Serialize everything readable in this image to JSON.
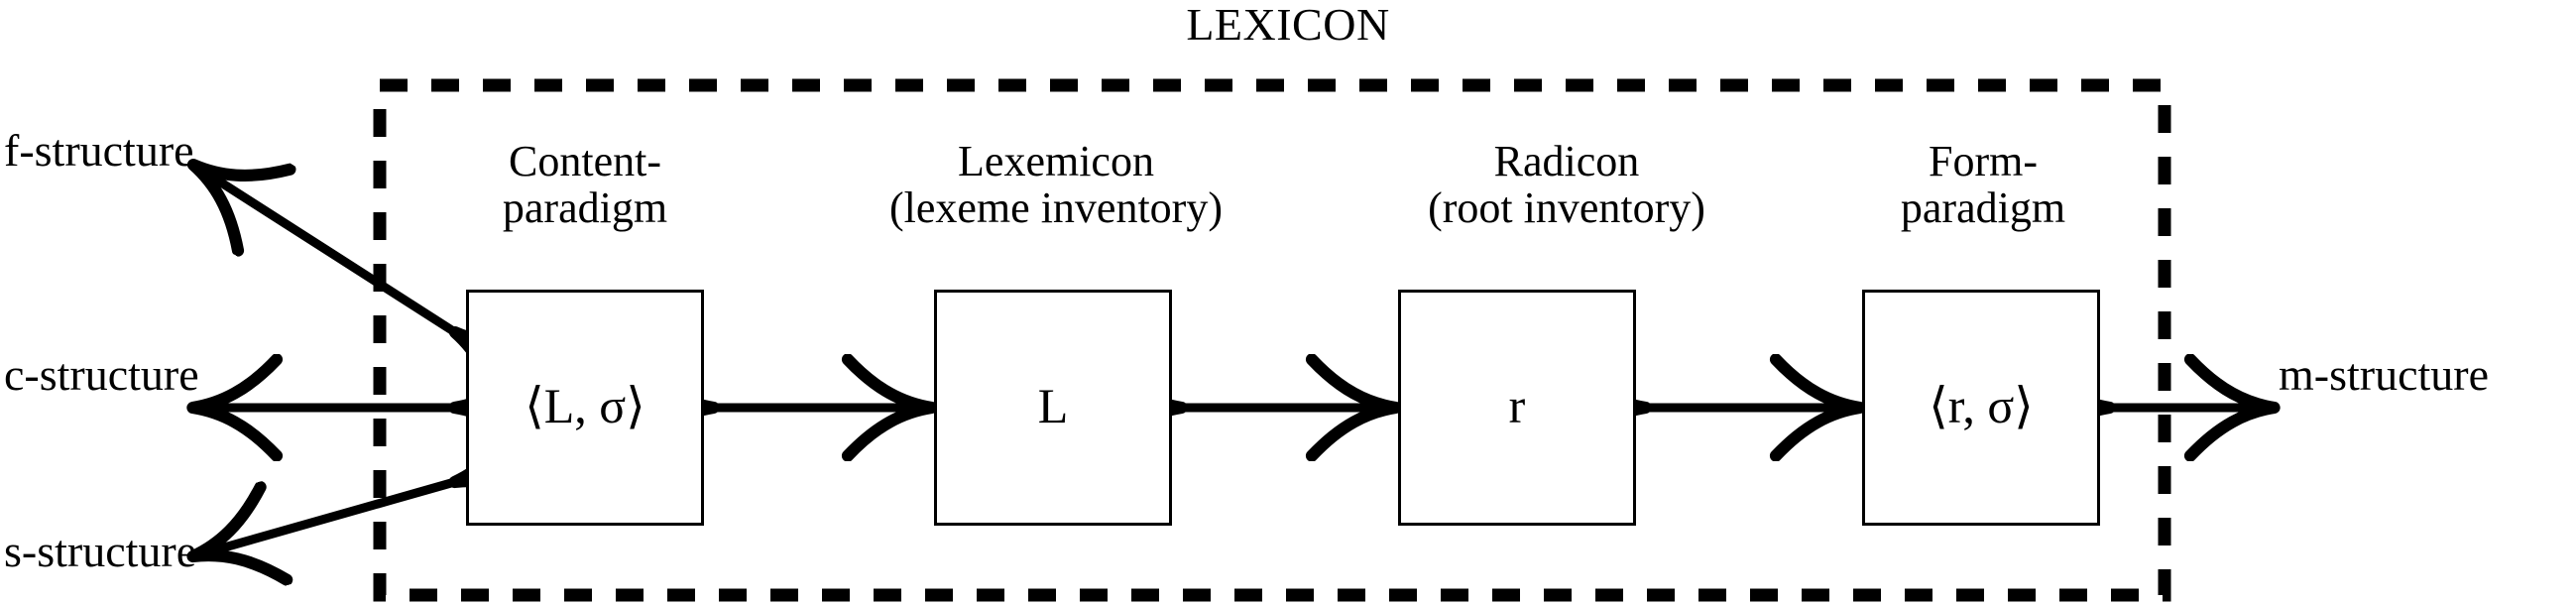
{
  "diagram": {
    "title": "LEXICON",
    "frame": {
      "label": "lexicon-dashed-frame",
      "style": "dashed",
      "color": "#000000"
    },
    "external_labels": {
      "f_structure": "f-structure",
      "c_structure": "c-structure",
      "s_structure": "s-structure",
      "m_structure": "m-structure"
    },
    "components": [
      {
        "id": "content-paradigm",
        "caption_line1": "Content-",
        "caption_line2": "paradigm",
        "box_content": "⟨L, σ⟩"
      },
      {
        "id": "lexemicon",
        "caption_line1": "Lexemicon",
        "caption_line2": "(lexeme inventory)",
        "box_content": "L"
      },
      {
        "id": "radicon",
        "caption_line1": "Radicon",
        "caption_line2": "(root inventory)",
        "box_content": "r"
      },
      {
        "id": "form-paradigm",
        "caption_line1": "Form-",
        "caption_line2": "paradigm",
        "box_content": "⟨r, σ⟩"
      }
    ],
    "connections": [
      {
        "name": "f-structure-to-content-paradigm",
        "kind": "double-headed-arrow",
        "orientation": "diagonal-up-left"
      },
      {
        "name": "c-structure-to-content-paradigm",
        "kind": "double-headed-arrow",
        "orientation": "horizontal"
      },
      {
        "name": "s-structure-to-content-paradigm",
        "kind": "double-headed-arrow",
        "orientation": "diagonal-down-left"
      },
      {
        "name": "content-paradigm-to-lexemicon",
        "kind": "double-headed-arrow",
        "orientation": "horizontal"
      },
      {
        "name": "lexemicon-to-radicon",
        "kind": "double-headed-arrow",
        "orientation": "horizontal"
      },
      {
        "name": "radicon-to-form-paradigm",
        "kind": "double-headed-arrow",
        "orientation": "horizontal"
      },
      {
        "name": "form-paradigm-to-m-structure",
        "kind": "double-headed-arrow",
        "orientation": "horizontal"
      }
    ]
  }
}
